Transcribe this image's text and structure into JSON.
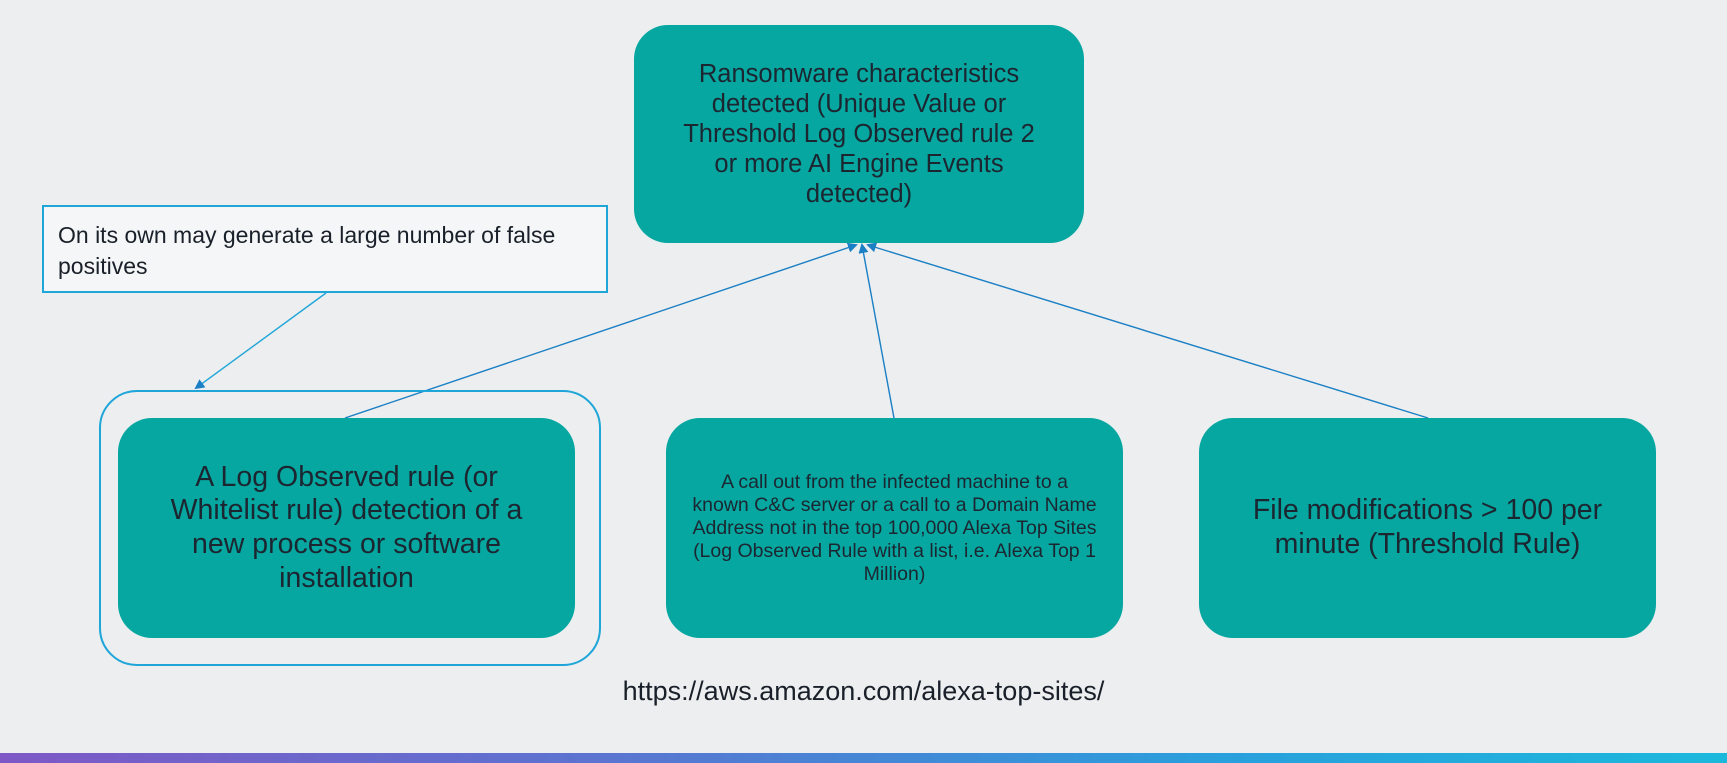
{
  "diagram": {
    "top_node": {
      "text": "Ransomware characteristics detected (Unique Value or Threshold Log Observed rule 2 or more AI Engine Events detected)"
    },
    "callout_note": {
      "text": "On its own may generate a large number of false positives"
    },
    "bottom_nodes": [
      {
        "text": "A Log Observed rule (or Whitelist rule) detection of a new process or software installation"
      },
      {
        "text": "A call out from the infected machine to a known C&C server or a call to a Domain Name Address not in the top 100,000 Alexa Top Sites  (Log Observed Rule with a list, i.e. Alexa Top 1 Million)"
      },
      {
        "text": "File modifications > 100 per minute (Threshold Rule)"
      }
    ],
    "source_url": "https://aws.amazon.com/alexa-top-sites/"
  },
  "colors": {
    "node_fill": "#06a7a0",
    "accent_line": "#1fa6d8",
    "background": "#eceef0"
  }
}
